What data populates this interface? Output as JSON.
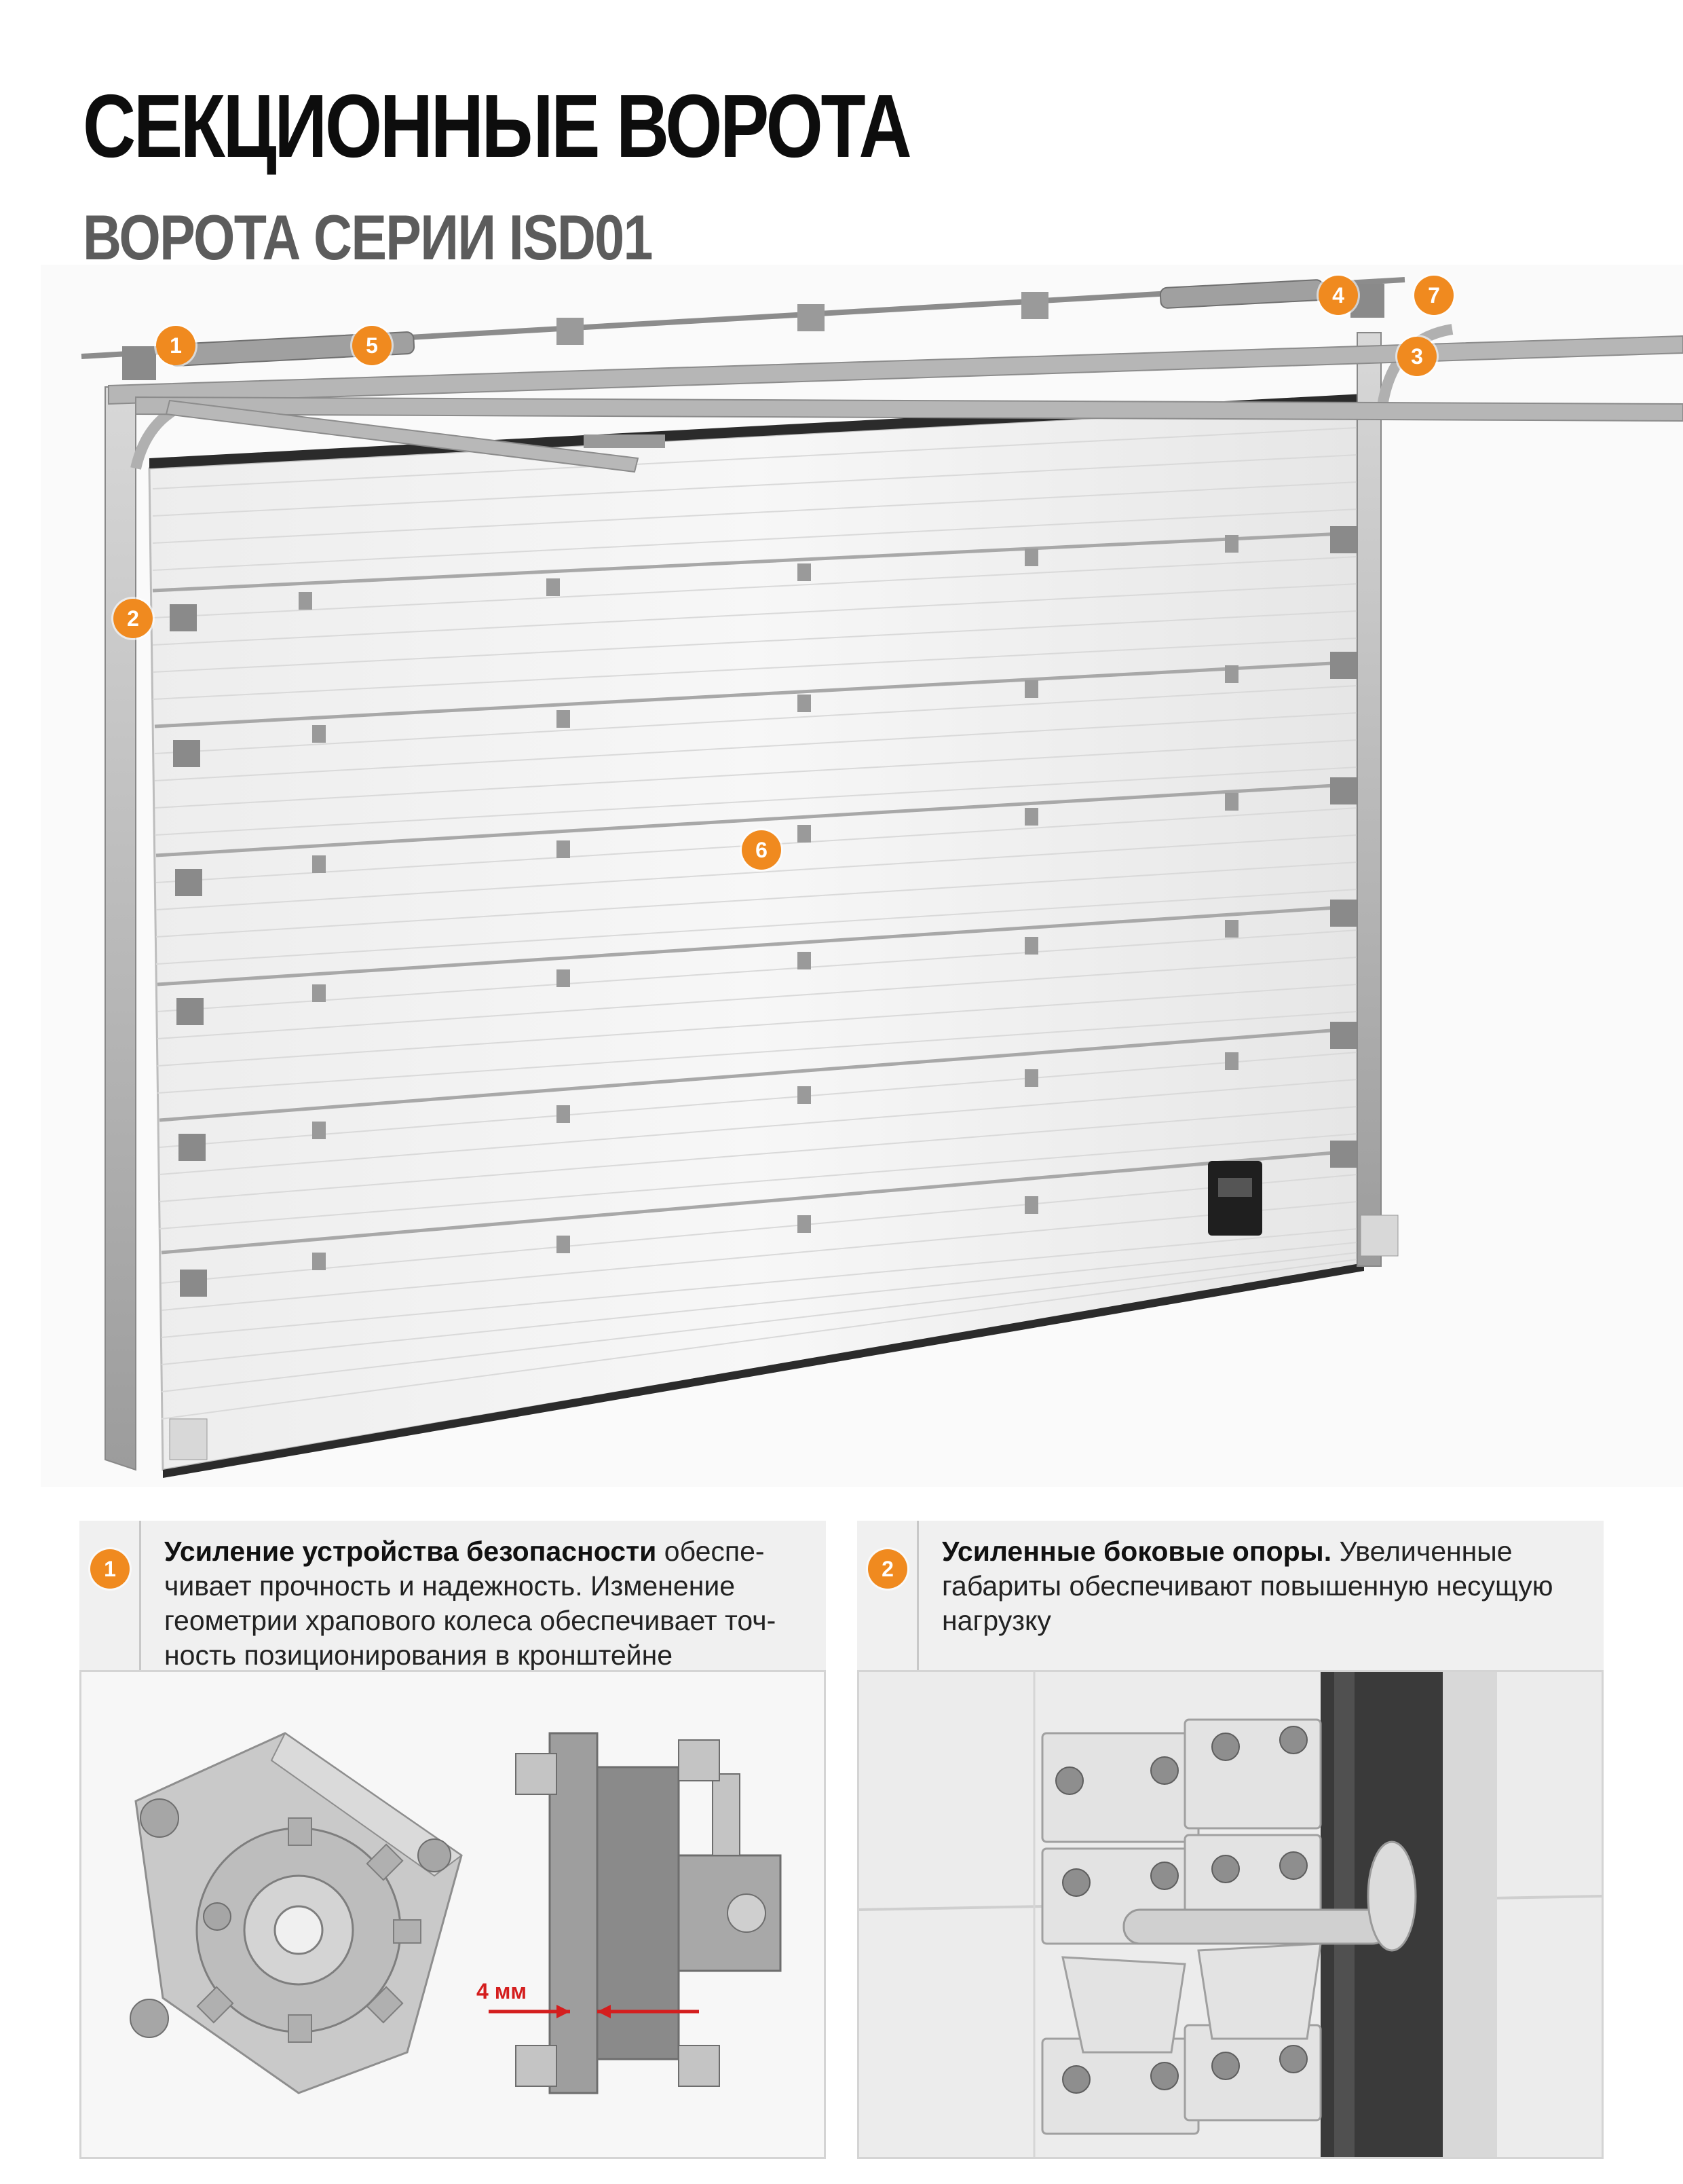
{
  "page": {
    "title": "СЕКЦИОННЫЕ ВОРОТА",
    "subtitle": "ВОРОТА СЕРИИ ISD01"
  },
  "callouts": [
    "1",
    "2",
    "3",
    "4",
    "5",
    "6",
    "7"
  ],
  "features": [
    {
      "number": "1",
      "bold": "Усиление устройства безопасности",
      "lines": [
        "обеспе-",
        "чивает прочность и надежность. Изменение",
        "геометрии храпового колеса обеспечивает точ-",
        "ность позиционирования в кронштейне"
      ]
    },
    {
      "number": "2",
      "bold": "Усиленные боковые опоры.",
      "lines": [
        "Увеличенные",
        "габариты обеспечивают повышенную несущую",
        "нагрузку"
      ]
    }
  ],
  "dimension_label": "4 мм",
  "colors": {
    "accent": "#f08a1f",
    "dimension": "#d41e1e",
    "subtitle": "#5c5c5c"
  }
}
